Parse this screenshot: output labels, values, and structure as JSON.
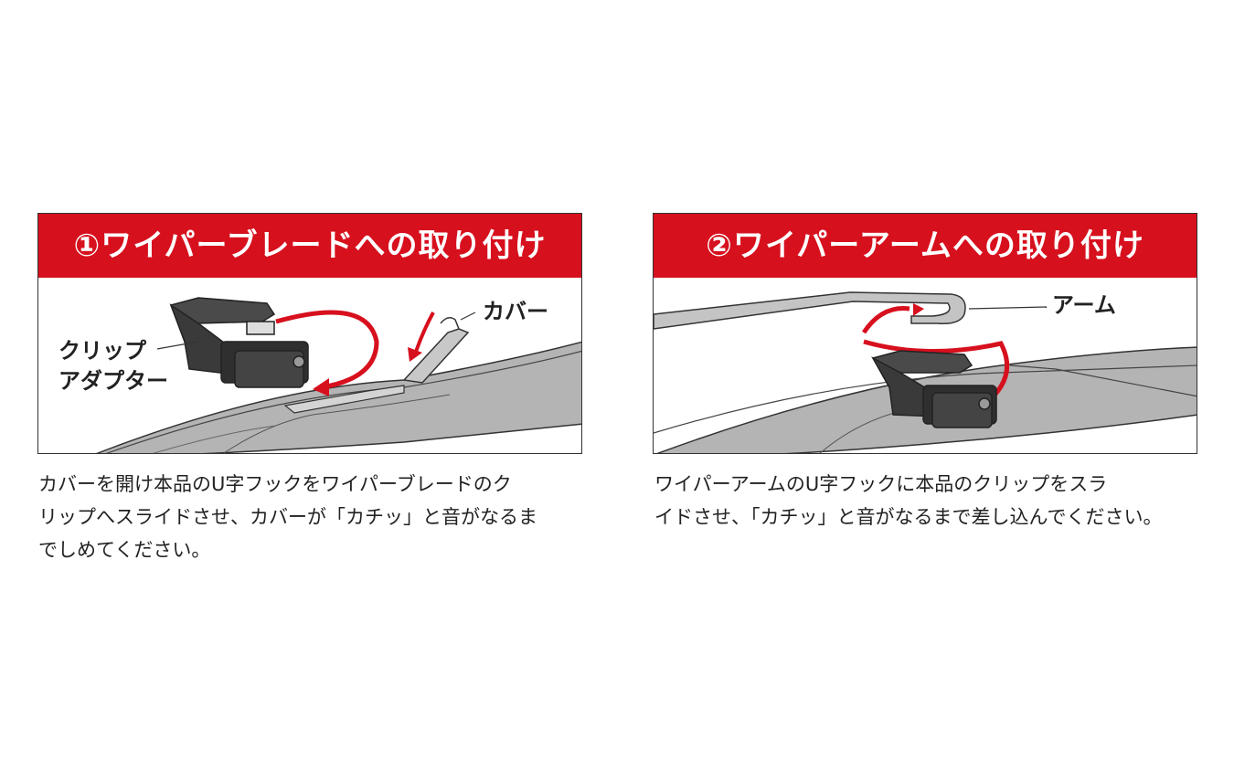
{
  "panel1": {
    "title": "①ワイパーブレードへの取り付け",
    "label_clip_line1": "クリップ",
    "label_clip_line2": "アダプター",
    "label_cover": "カバー",
    "description_lines": [
      "カバーを開け本品のU字フックをワイパーブレードのク",
      "リップへスライドさせ、カバーが「カチッ」と音がなるま",
      "でしめてください。"
    ]
  },
  "panel2": {
    "title": "②ワイパーアームへの取り付け",
    "label_arm": "アーム",
    "description_lines": [
      "ワイパーアームのU字フックに本品のクリップをスラ",
      "イドさせ、「カチッ」と音がなるまで差し込んでください。"
    ]
  },
  "colors": {
    "banner_red": "#d7101e",
    "arrow_red": "#d7101e",
    "blade_gray": "#b0b0b0",
    "clip_dark": "#3a3a3a"
  }
}
